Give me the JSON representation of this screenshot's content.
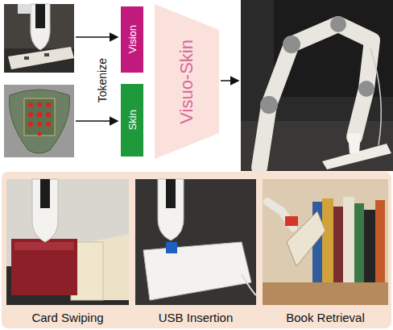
{
  "diagram": {
    "nodes": [
      {
        "text": [
          "Vision"
        ]
      },
      {
        "text": [
          "Skin"
        ]
      },
      {
        "text": [
          "Visuo-Skin"
        ]
      }
    ],
    "labels": [
      "Tokenize",
      "Card Swiping",
      "USB Insertion",
      "Book Retrieval"
    ]
  }
}
